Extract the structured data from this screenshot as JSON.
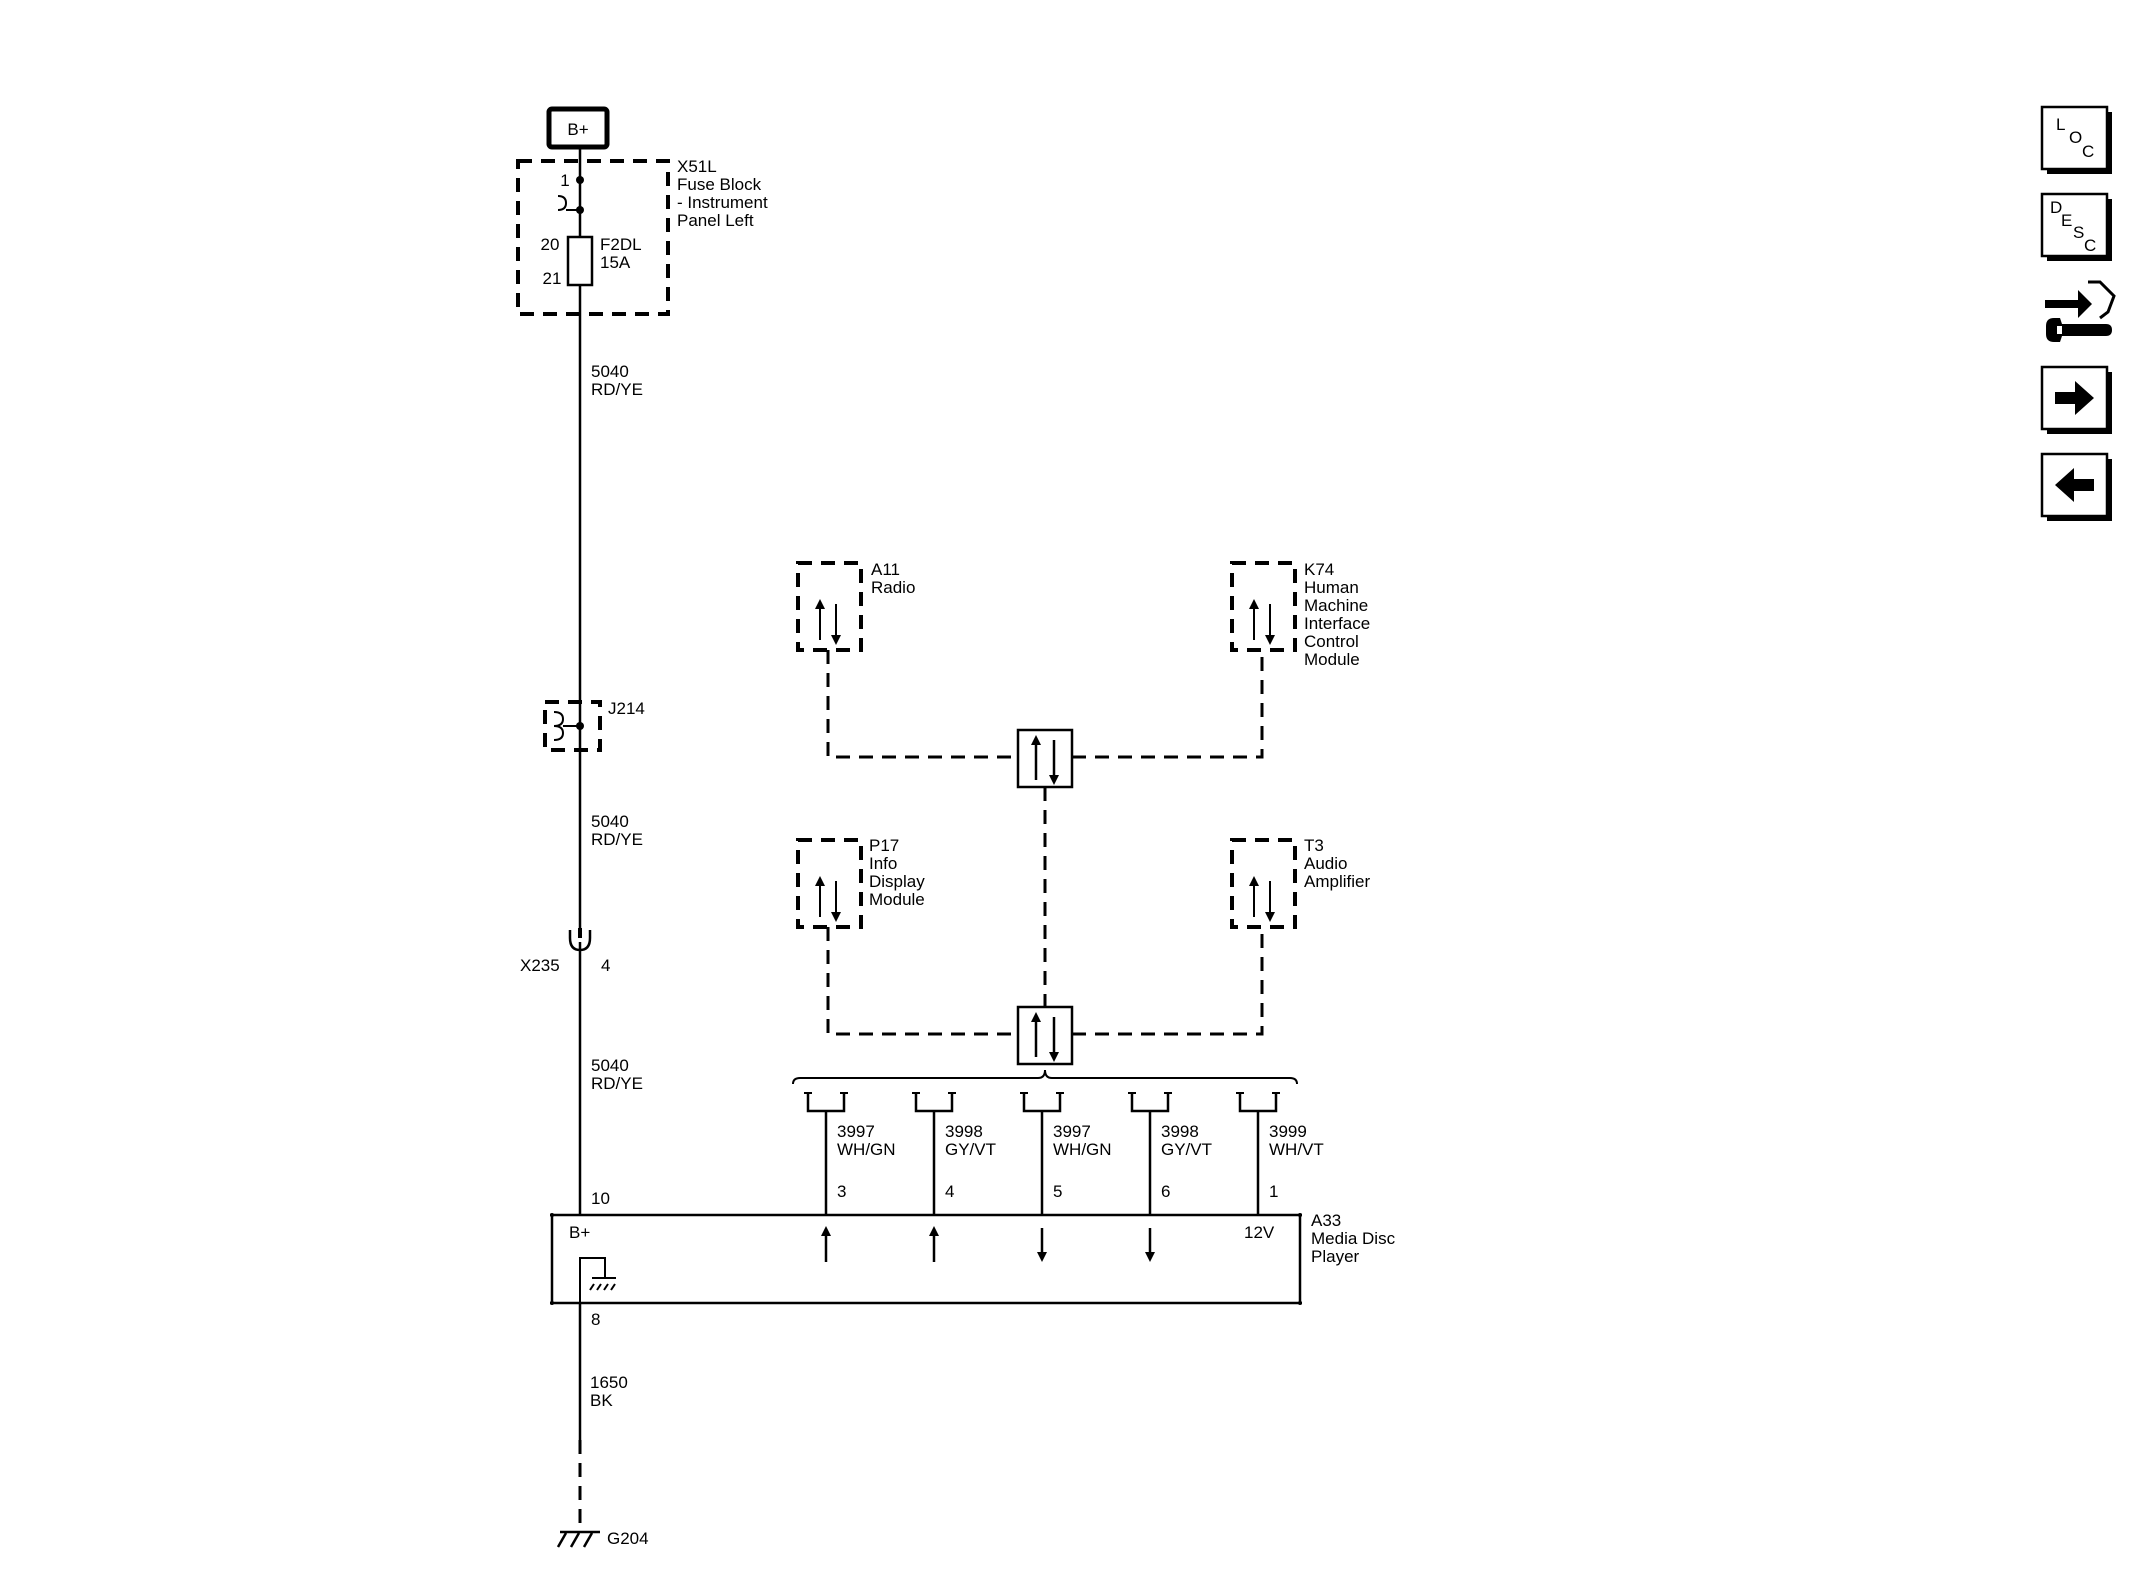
{
  "power": {
    "label": "B+"
  },
  "fuse_block": {
    "id": "X51L",
    "name_lines": [
      "Fuse Block",
      "- Instrument",
      "Panel Left"
    ],
    "pin_in": "1",
    "pin_fuse_in": "20",
    "pin_fuse_out": "21",
    "fuse_id": "F2DL",
    "fuse_rating": "15A"
  },
  "wires": {
    "w1": {
      "circuit": "5040",
      "color": "RD/YE"
    },
    "w2": {
      "circuit": "5040",
      "color": "RD/YE"
    },
    "w3": {
      "circuit": "5040",
      "color": "RD/YE"
    },
    "ground": {
      "circuit": "1650",
      "color": "BK"
    }
  },
  "splice": {
    "id": "J214"
  },
  "connector": {
    "id": "X235",
    "pin": "4"
  },
  "modules": {
    "a11": {
      "id": "A11",
      "name_lines": [
        "Radio"
      ]
    },
    "k74": {
      "id": "K74",
      "name_lines": [
        "Human",
        "Machine",
        "Interface",
        "Control",
        "Module"
      ]
    },
    "p17": {
      "id": "P17",
      "name_lines": [
        "Info",
        "Display",
        "Module"
      ]
    },
    "t3": {
      "id": "T3",
      "name_lines": [
        "Audio",
        "Amplifier"
      ]
    }
  },
  "media_player": {
    "id": "A33",
    "name_lines": [
      "Media Disc",
      "Player"
    ],
    "bplus_label": "B+",
    "v12_label": "12V",
    "pin_power": "10",
    "pin_ground": "8",
    "signals": [
      {
        "circuit": "3997",
        "color": "WH/GN",
        "pin": "3",
        "dir": "up"
      },
      {
        "circuit": "3998",
        "color": "GY/VT",
        "pin": "4",
        "dir": "up"
      },
      {
        "circuit": "3997",
        "color": "WH/GN",
        "pin": "5",
        "dir": "down"
      },
      {
        "circuit": "3998",
        "color": "GY/VT",
        "pin": "6",
        "dir": "down"
      },
      {
        "circuit": "3999",
        "color": "WH/VT",
        "pin": "1",
        "dir": "none"
      }
    ]
  },
  "ground_point": {
    "id": "G204"
  },
  "nav": {
    "loc": [
      "L",
      "O",
      "C"
    ],
    "desc": [
      "D",
      "E",
      "S",
      "C"
    ]
  }
}
